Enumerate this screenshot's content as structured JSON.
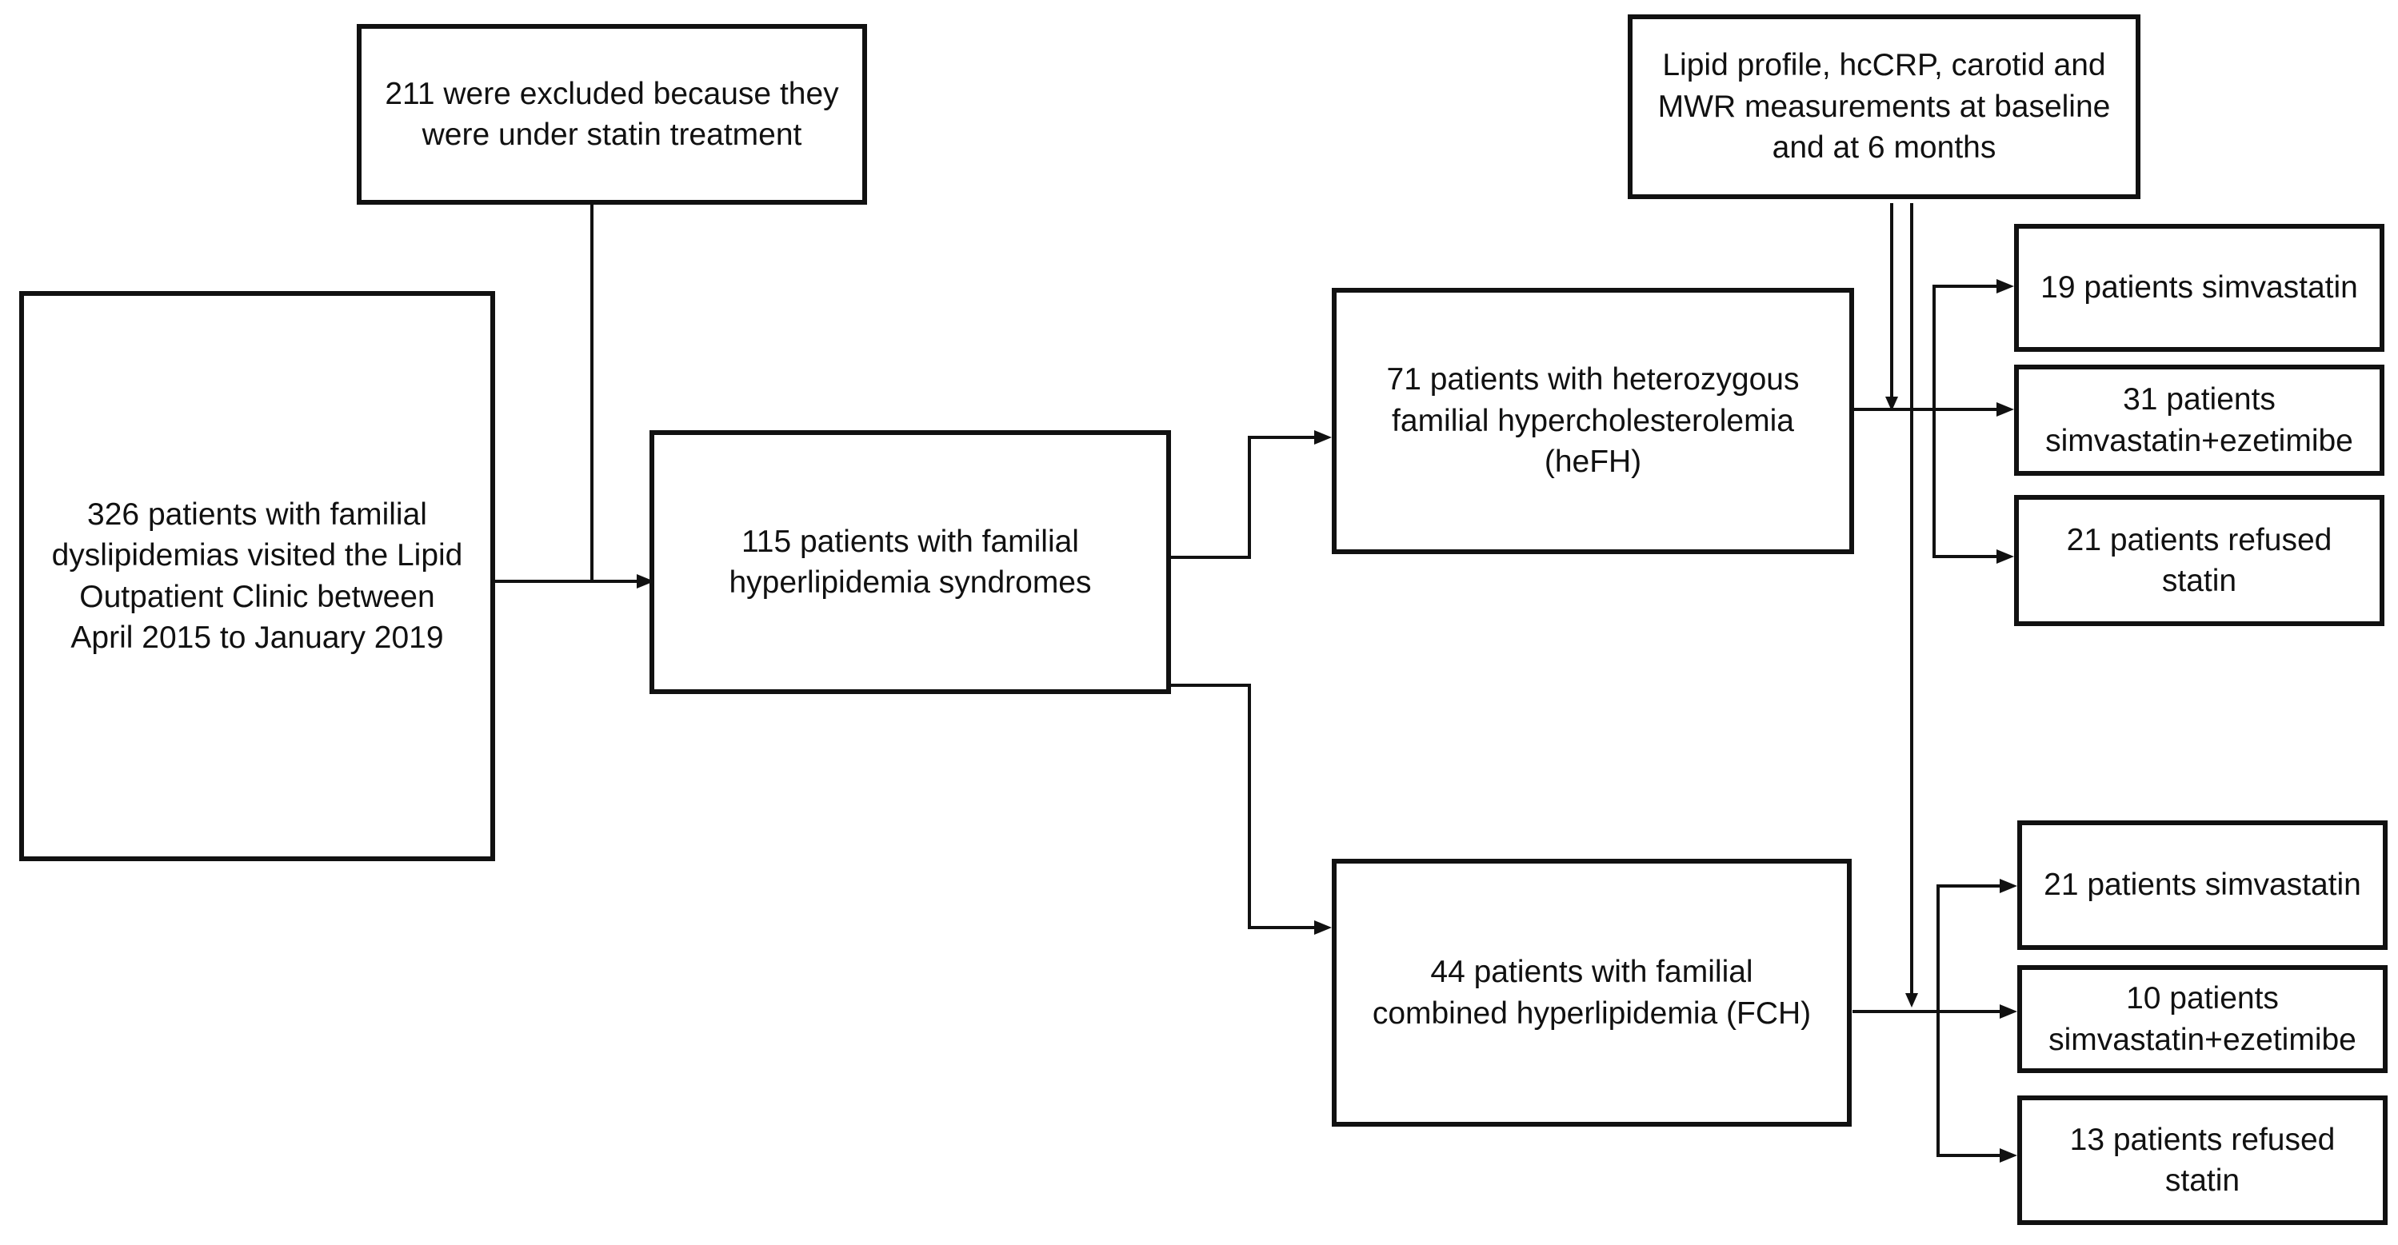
{
  "boxes": {
    "excluded": "211 were excluded because they\nwere under statin treatment",
    "visited": "326 patients with familial\ndyslipidemias visited the Lipid\nOutpatient Clinic between\nApril 2015 to January 2019",
    "syndromes": "115 patients with familial\nhyperlipidemia syndromes",
    "hefh": "71 patients with heterozygous\nfamilial hypercholesterolemia\n(heFH)",
    "fch": "44 patients with familial\ncombined hyperlipidemia (FCH)",
    "measurements": "Lipid profile, hcCRP, carotid and\nMWR measurements at baseline\nand at 6 months",
    "hefh_simva": "19 patients simvastatin",
    "hefh_simva_eze": "31 patients\nsimvastatin+ezetimibe",
    "hefh_refused": "21 patients refused\nstatin",
    "fch_simva": "21 patients simvastatin",
    "fch_simva_eze": "10 patients\nsimvastatin+ezetimibe",
    "fch_refused": "13 patients refused\nstatin"
  },
  "colors": {
    "line": "#111111",
    "box_border": "#111111",
    "background": "#ffffff"
  }
}
